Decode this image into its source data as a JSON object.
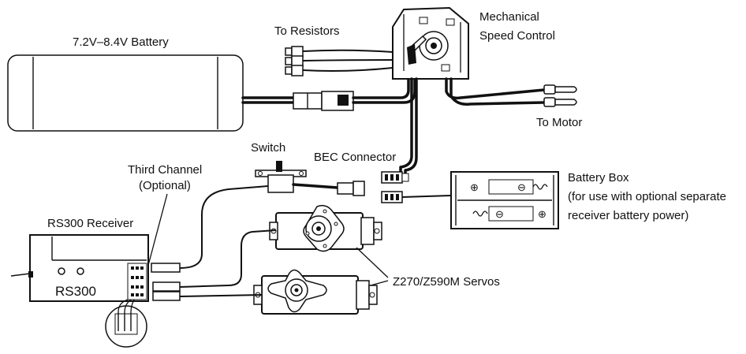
{
  "labels": {
    "battery": "7.2V–8.4V Battery",
    "to_resistors": "To Resistors",
    "mechanical_line1": "Mechanical",
    "mechanical_line2": "Speed Control",
    "to_motor": "To Motor",
    "switch": "Switch",
    "bec_connector": "BEC Connector",
    "third_channel_line1": "Third Channel",
    "third_channel_line2": "(Optional)",
    "battery_box_line1": "Battery Box",
    "battery_box_line2": "(for use with optional separate",
    "battery_box_line3": "receiver battery power)",
    "rs300_receiver": "RS300 Receiver",
    "rs300_case": "RS300",
    "servos": "Z270/Z590M Servos"
  },
  "battery_box_cell_marks": {
    "plus": "⊕",
    "minus": "⊖"
  }
}
